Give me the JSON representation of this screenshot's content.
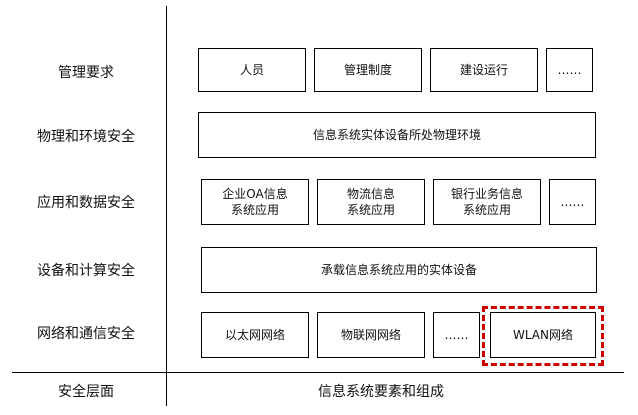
{
  "rows": [
    {
      "label": "管理要求",
      "boxes": [
        "人员",
        "管理制度",
        "建设运行",
        "……"
      ]
    },
    {
      "label": "物理和环境安全",
      "boxes": [
        "信息系统实体设备所处物理环境"
      ]
    },
    {
      "label": "应用和数据安全",
      "boxes": [
        [
          "企业OA信息",
          "系统应用"
        ],
        [
          "物流信息",
          "系统应用"
        ],
        [
          "银行业务信息",
          "系统应用"
        ],
        "……"
      ]
    },
    {
      "label": "设备和计算安全",
      "boxes": [
        "承载信息系统应用的实体设备"
      ]
    },
    {
      "label": "网络和通信安全",
      "boxes": [
        "以太网网络",
        "物联网网络",
        "……",
        "WLAN网络"
      ]
    }
  ],
  "footer": {
    "left": "安全层面",
    "right": "信息系统要素和组成"
  },
  "highlight_color": "#d00000"
}
